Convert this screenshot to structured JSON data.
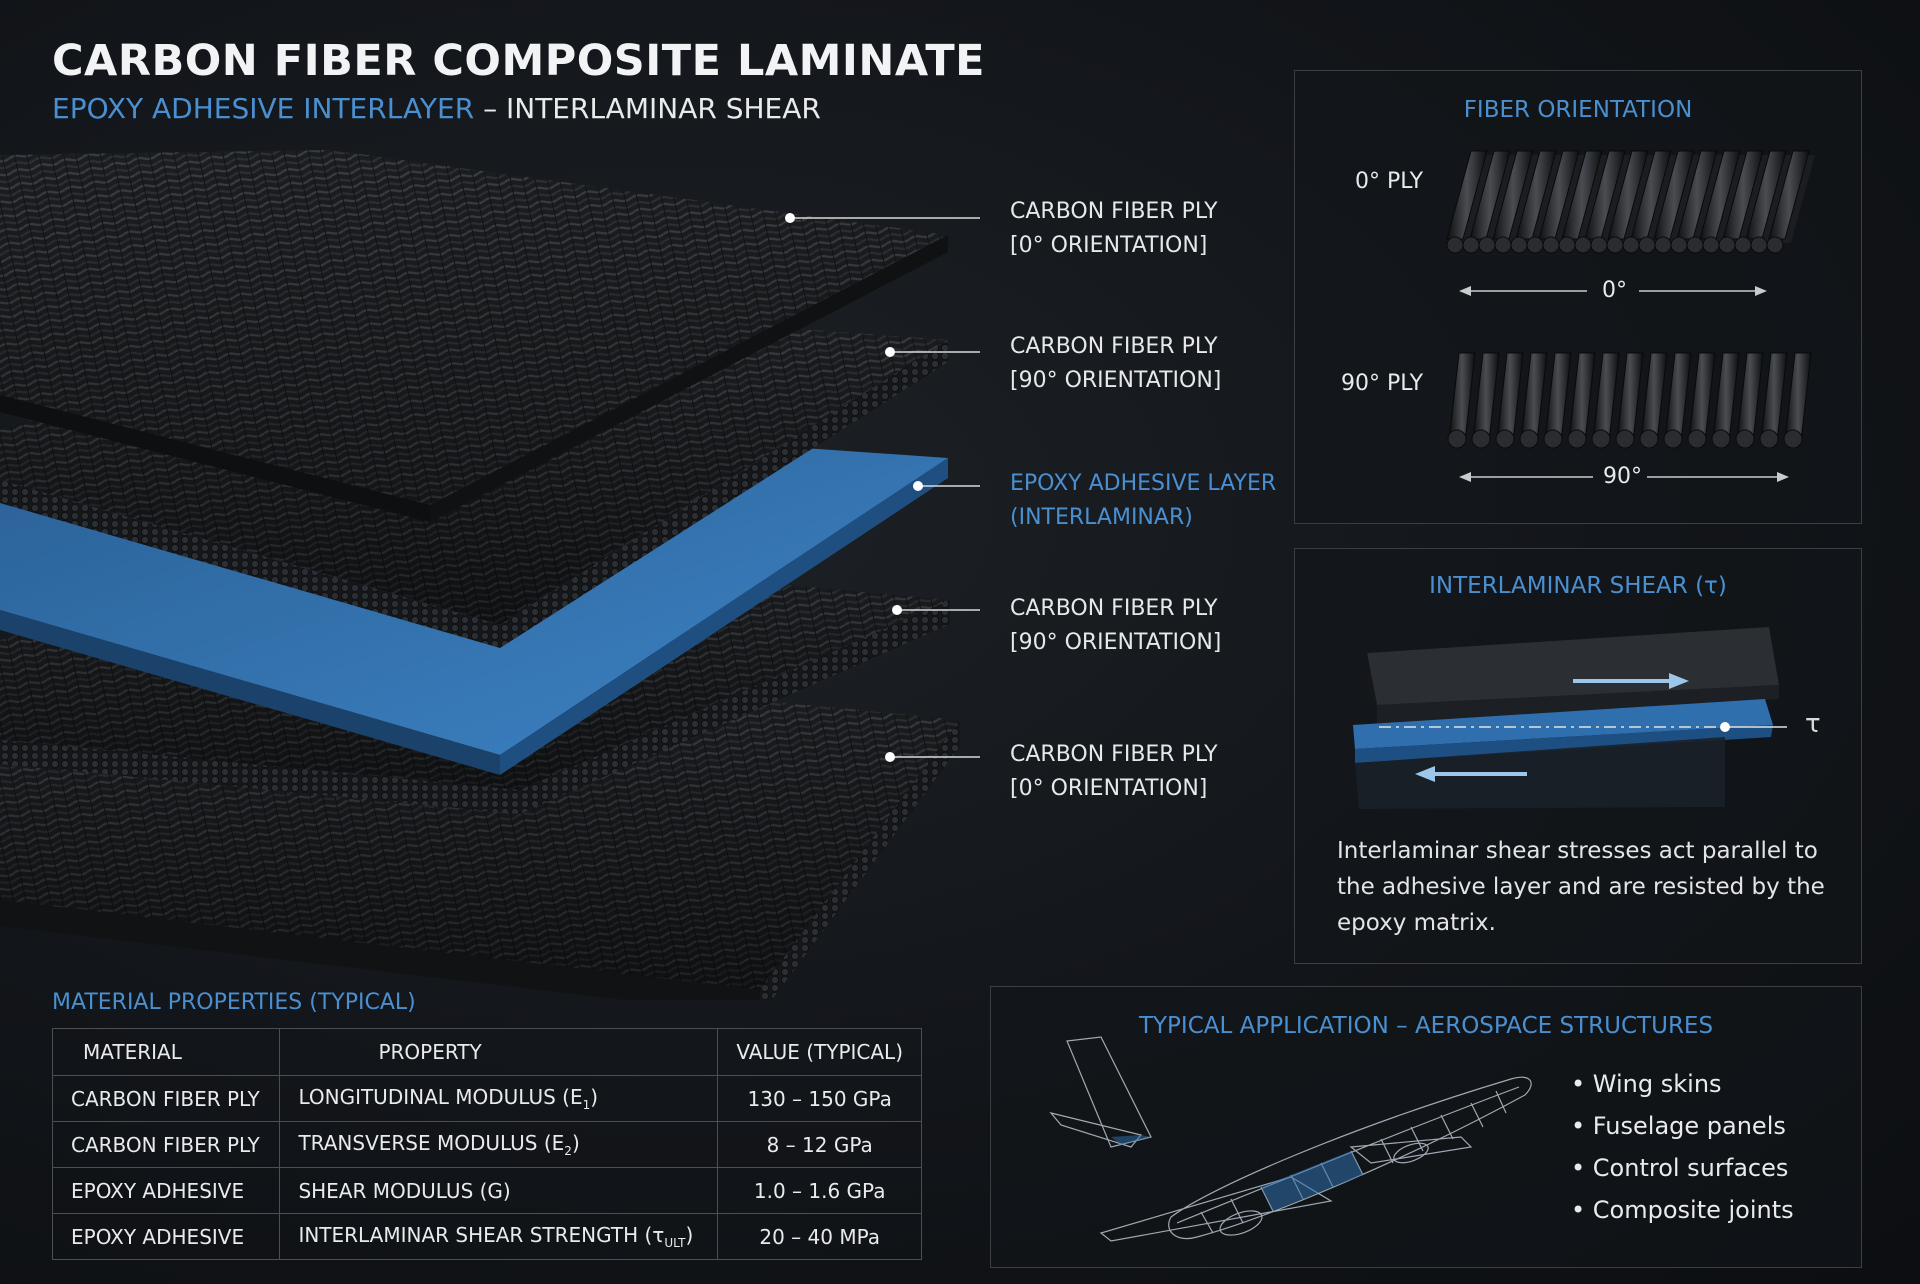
{
  "header": {
    "title": "CARBON FIBER COMPOSITE LAMINATE",
    "subtitle_accent": "EPOXY ADHESIVE INTERLAYER",
    "subtitle_rest": " – INTERLAMINAR SHEAR"
  },
  "colors": {
    "accent": "#4a8fd0",
    "epoxy_layer": "#2f6fae",
    "carbon": "#1a1c1f",
    "background": "#121519"
  },
  "callouts": [
    {
      "line1": "CARBON FIBER PLY",
      "line2": "[0° ORIENTATION]"
    },
    {
      "line1": "CARBON FIBER PLY",
      "line2": "[90° ORIENTATION]"
    },
    {
      "line1": "EPOXY ADHESIVE LAYER",
      "line2": "(INTERLAMINAR)"
    },
    {
      "line1": "CARBON FIBER PLY",
      "line2": "[90° ORIENTATION]"
    },
    {
      "line1": "CARBON FIBER PLY",
      "line2": "[0° ORIENTATION]"
    }
  ],
  "fiber_orientation": {
    "title": "FIBER ORIENTATION",
    "ply0_label": "0° PLY",
    "ply0_axis": "0°",
    "ply90_label": "90° PLY",
    "ply90_axis": "90°"
  },
  "shear": {
    "title": "INTERLAMINAR SHEAR (τ)",
    "symbol": "τ",
    "description": "Interlaminar shear stresses act parallel to the adhesive layer and are resisted by the epoxy matrix."
  },
  "properties": {
    "title": "MATERIAL PROPERTIES (TYPICAL)",
    "headers": [
      "MATERIAL",
      "PROPERTY",
      "VALUE (TYPICAL)"
    ],
    "rows": [
      {
        "material": "CARBON FIBER PLY",
        "property": "LONGITUDINAL MODULUS (E",
        "sub": "1",
        "tail": ")",
        "value": "130 – 150 GPa"
      },
      {
        "material": "CARBON FIBER PLY",
        "property": "TRANSVERSE MODULUS (E",
        "sub": "2",
        "tail": ")",
        "value": "8 – 12 GPa"
      },
      {
        "material": "EPOXY ADHESIVE",
        "property": "SHEAR MODULUS (G)",
        "sub": "",
        "tail": "",
        "value": "1.0 – 1.6 GPa"
      },
      {
        "material": "EPOXY ADHESIVE",
        "property": "INTERLAMINAR SHEAR STRENGTH (τ",
        "sub": "ULT",
        "tail": ")",
        "value": "20 – 40 MPa"
      }
    ]
  },
  "application": {
    "title": "TYPICAL APPLICATION – AEROSPACE STRUCTURES",
    "items": [
      "Wing skins",
      "Fuselage panels",
      "Control surfaces",
      "Composite joints"
    ]
  }
}
